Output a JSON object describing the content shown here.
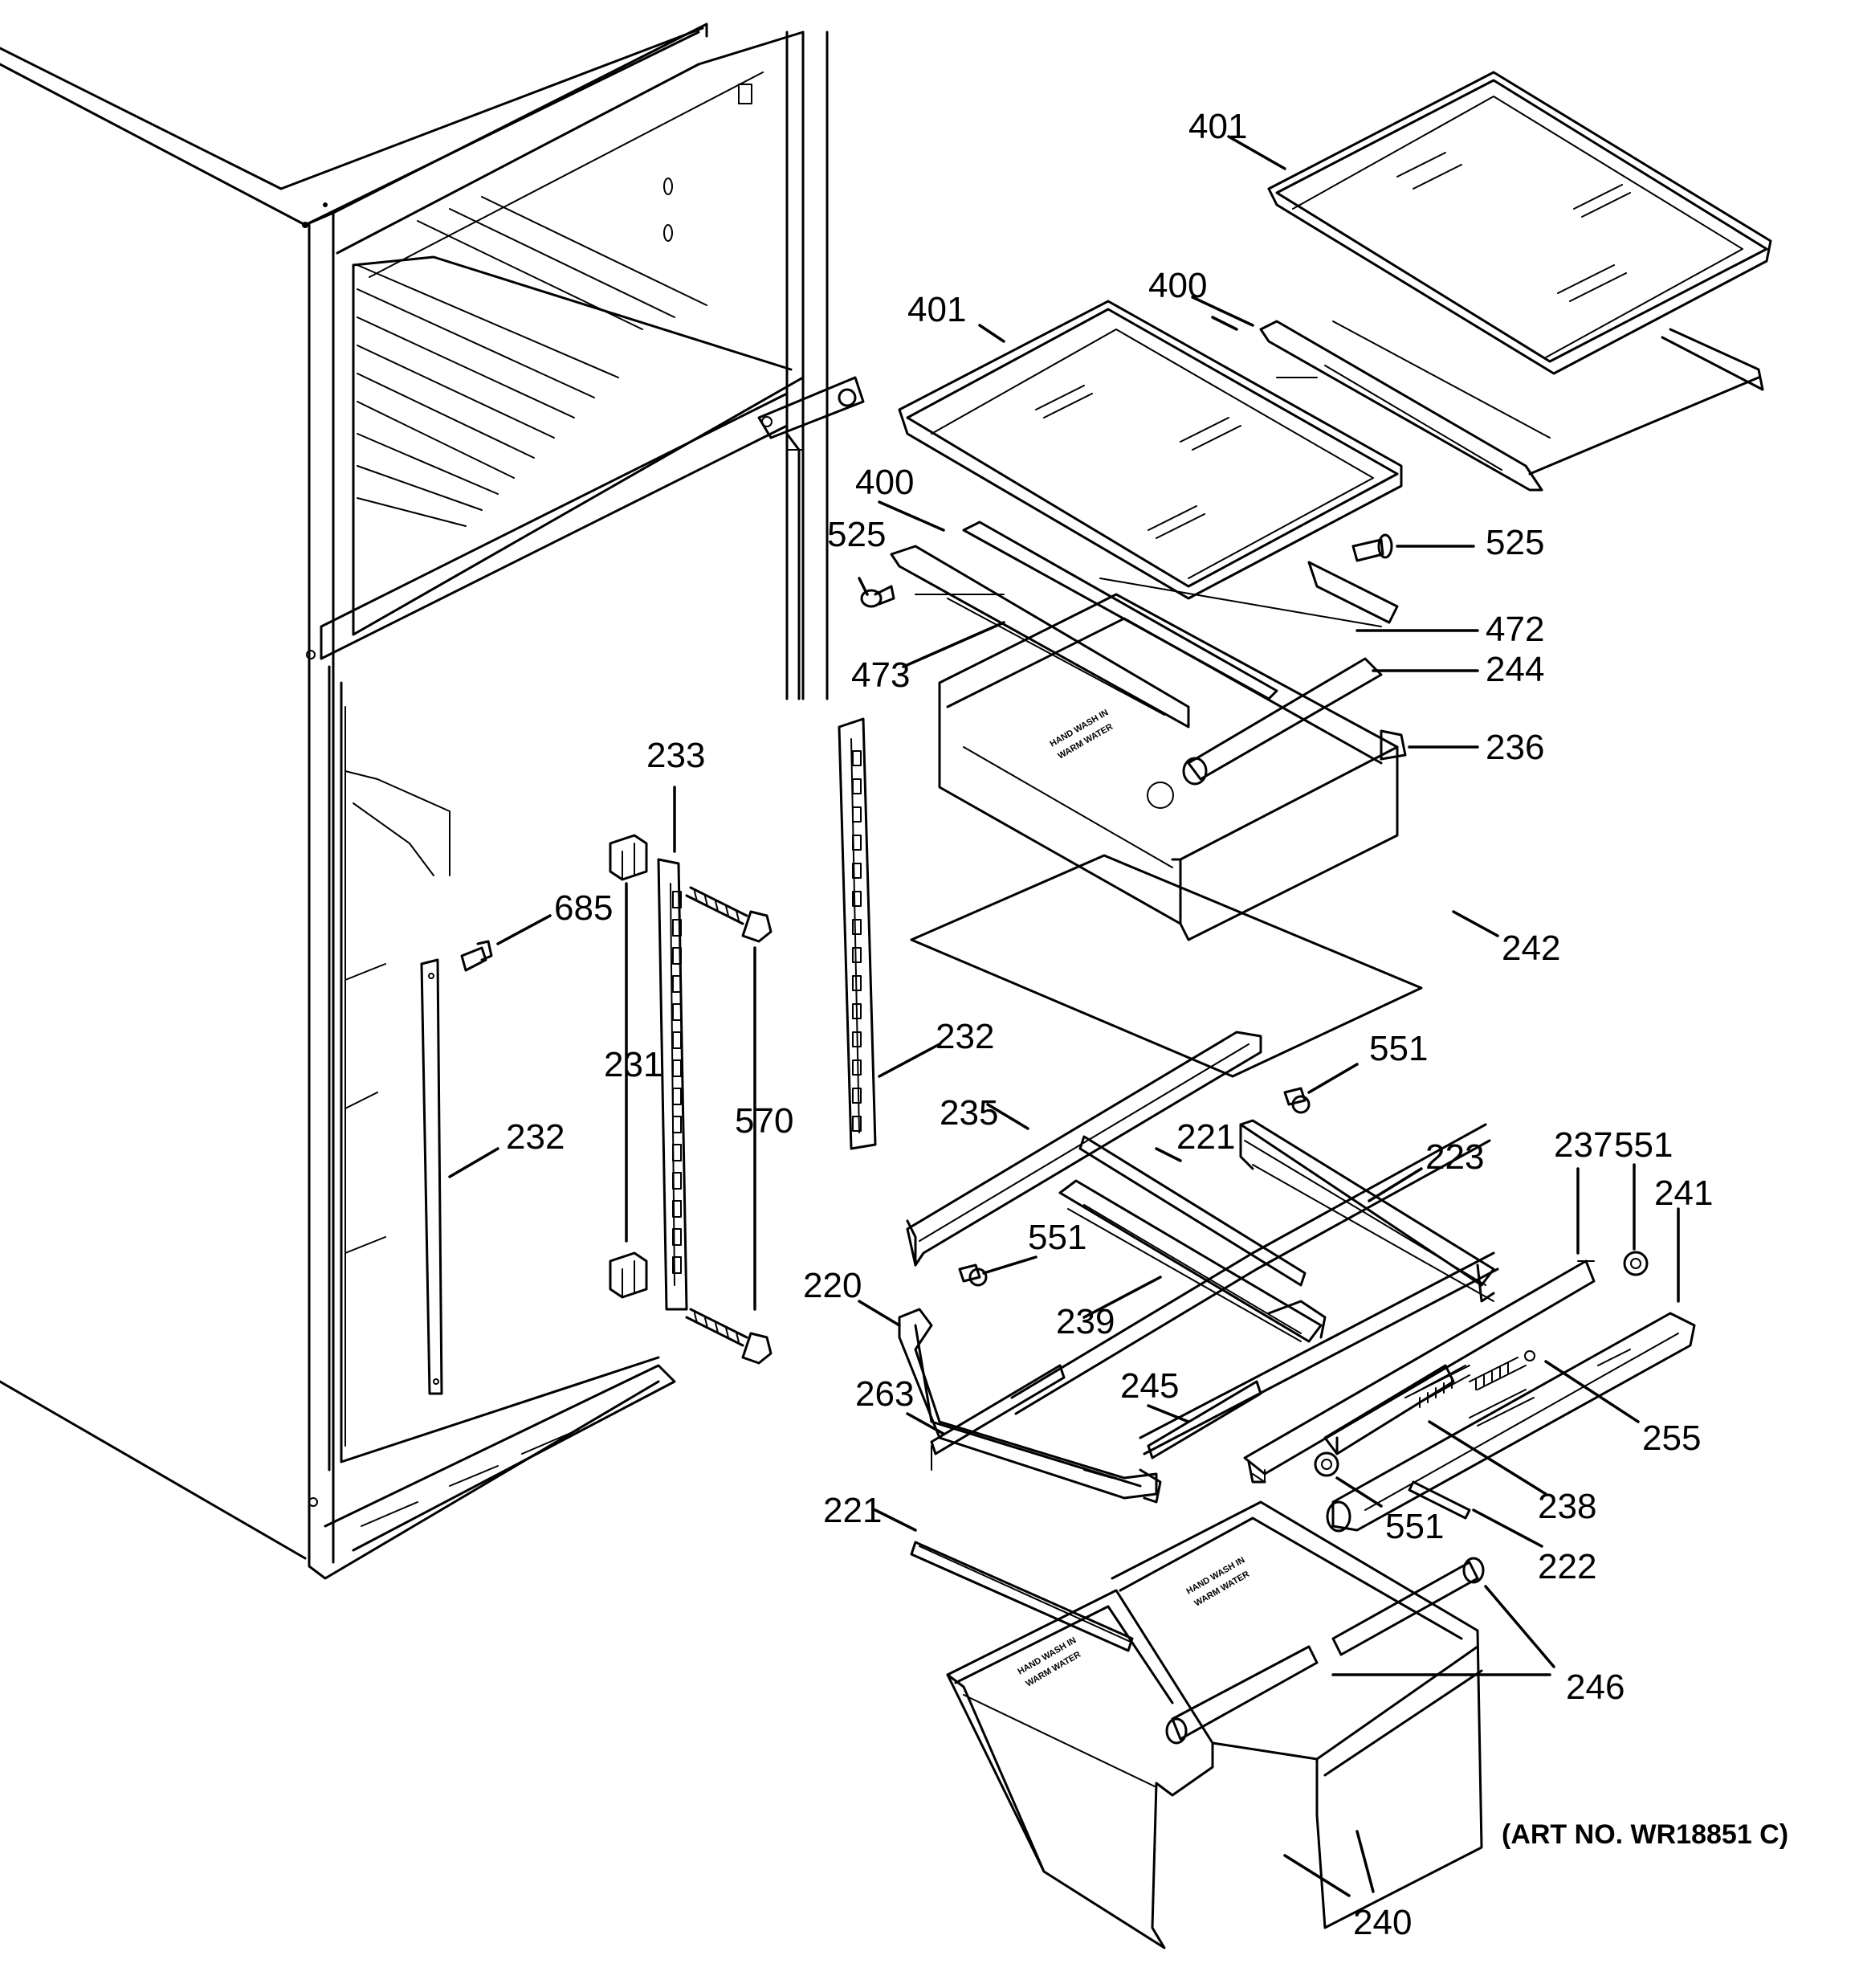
{
  "diagram": {
    "art_number": "(ART NO. WR18851 C)",
    "part_labels": {
      "p401a": "401",
      "p401b": "401",
      "p400a": "400",
      "p400b": "400",
      "p525a": "525",
      "p525b": "525",
      "p472": "472",
      "p473": "473",
      "p244": "244",
      "p236": "236",
      "p242": "242",
      "p233": "233",
      "p685": "685",
      "p231": "231",
      "p570": "570",
      "p232a": "232",
      "p232b": "232",
      "p551a": "551",
      "p551b": "551",
      "p551c": "551",
      "p551d": "551",
      "p235": "235",
      "p221a": "221",
      "p221b": "221",
      "p223": "223",
      "p237": "237",
      "p241": "241",
      "p220": "220",
      "p239": "239",
      "p263": "263",
      "p245": "245",
      "p255": "255",
      "p238": "238",
      "p222": "222",
      "p246": "246",
      "p240": "240"
    },
    "drawer_text": [
      "HAND WASH IN",
      "WARM WATER"
    ]
  }
}
